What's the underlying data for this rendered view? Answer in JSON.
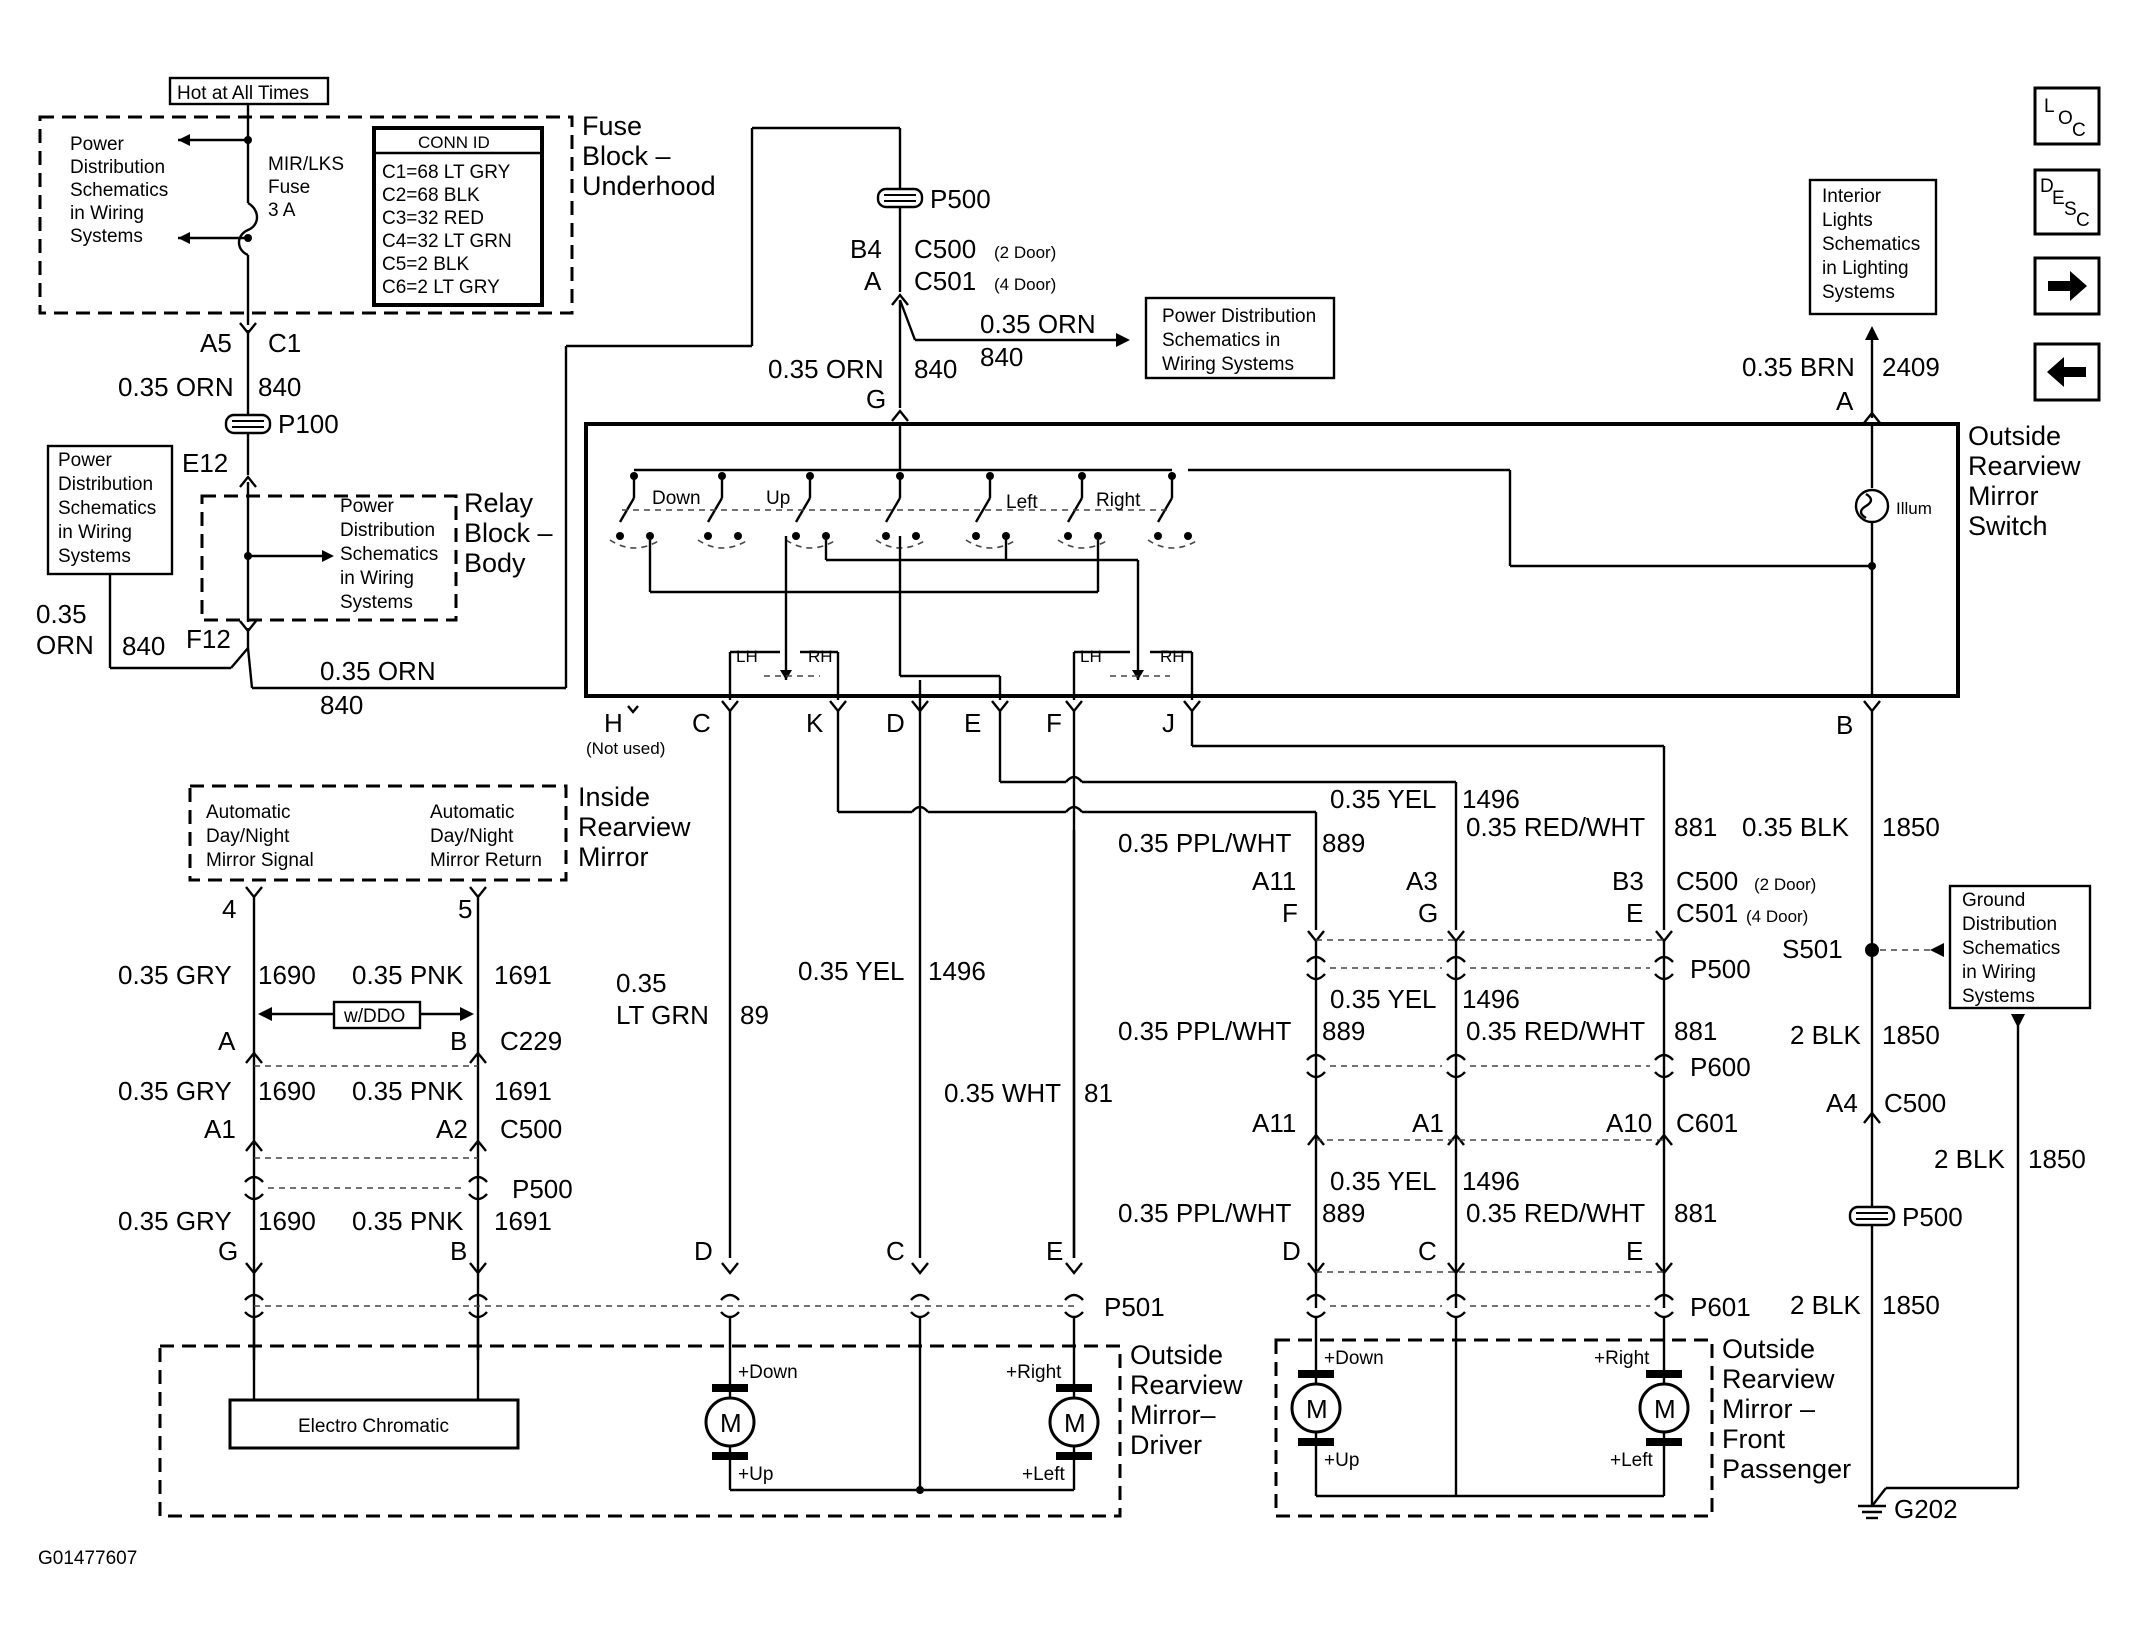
{
  "diagram_id": "G01477607",
  "nav_icons": {
    "loc": {
      "l": "L",
      "o": "O",
      "c": "C"
    },
    "desc": {
      "d": "D",
      "e": "E",
      "s": "S",
      "c": "C"
    },
    "next": "arrow-right-icon",
    "prev": "arrow-left-icon"
  },
  "fuse_block": {
    "hot_label": "Hot at All Times",
    "title": [
      "Fuse",
      "Block –",
      "Underhood"
    ],
    "fuse_label": [
      "MIR/LKS",
      "Fuse",
      "3 A"
    ],
    "power_ref": [
      "Power",
      "Distribution",
      "Schematics",
      "in Wiring",
      "Systems"
    ],
    "conn_id": {
      "title": "CONN ID",
      "rows": [
        "C1=68 LT GRY",
        "C2=68 BLK",
        "C3=32 RED",
        "C4=32 LT GRN",
        "C5=2 BLK",
        "C6=2 LT GRY"
      ]
    }
  },
  "relay_block": {
    "title": [
      "Relay",
      "Block –",
      "Body"
    ],
    "ref": [
      "Power",
      "Distribution",
      "Schematics",
      "in Wiring",
      "Systems"
    ],
    "left_ref": [
      "Power",
      "Distribution",
      "Schematics",
      "in Wiring",
      "Systems"
    ]
  },
  "wires_left": {
    "a5": "A5",
    "c1": "C1",
    "orn_840": "0.35 ORN",
    "n840": "840",
    "p100": "P100",
    "e12": "E12",
    "f12": "F12",
    "left_orn": [
      "0.35",
      "ORN"
    ],
    "left_840": "840",
    "bottom_orn": "0.35 ORN",
    "bottom_840": "840"
  },
  "top_center": {
    "p500": "P500",
    "b4": "B4",
    "a": "A",
    "c500": "C500",
    "c500_note": "(2 Door)",
    "c501": "C501",
    "c501_note": "(4 Door)",
    "branch_orn": "0.35 ORN",
    "branch_840": "840",
    "power_ref": [
      "Power Distribution",
      "Schematics in",
      "Wiring Systems"
    ],
    "orn": "0.35 ORN",
    "n840": "840",
    "g": "G"
  },
  "interior_lights": {
    "ref": [
      "Interior",
      "Lights",
      "Schematics",
      "in Lighting",
      "Systems"
    ],
    "brn": "0.35 BRN",
    "n2409": "2409",
    "a": "A"
  },
  "switch": {
    "title": [
      "Outside",
      "Rearview",
      "Mirror",
      "Switch"
    ],
    "labels": {
      "down": "Down",
      "up": "Up",
      "left": "Left",
      "right": "Right",
      "illum": "Illum",
      "lh1": "LH",
      "rh1": "RH",
      "lh2": "LH",
      "rh2": "RH"
    },
    "pins": {
      "h": "H",
      "not_used": "(Not used)",
      "c": "C",
      "k": "K",
      "d": "D",
      "e": "E",
      "f": "F",
      "j": "J",
      "b": "B"
    }
  },
  "inside_mirror": {
    "title": [
      "Inside",
      "Rearview",
      "Mirror"
    ],
    "signal": [
      "Automatic",
      "Day/Night",
      "Mirror Signal"
    ],
    "return": [
      "Automatic",
      "Day/Night",
      "Mirror Return"
    ],
    "pin4": "4",
    "pin5": "5",
    "gry": "0.35 GRY",
    "n1690": "1690",
    "pnk": "0.35 PNK",
    "n1691": "1691",
    "wddo": "w/DDO",
    "a": "A",
    "b": "B",
    "c229": "C229",
    "a1": "A1",
    "a2": "A2",
    "c500": "C500",
    "p500": "P500",
    "g": "G",
    "b2": "B"
  },
  "center_wires": {
    "ltgrn": [
      "0.35",
      "LT GRN"
    ],
    "n89": "89",
    "yel": "0.35 YEL",
    "n1496": "1496",
    "wht": "0.35 WHT",
    "n81": "81",
    "d": "D",
    "c": "C",
    "e": "E",
    "p501": "P501"
  },
  "passenger_wires": {
    "yel": "0.35 YEL",
    "n1496": "1496",
    "redwht": "0.35 RED/WHT",
    "n881": "881",
    "pplwht": "0.35 PPL/WHT",
    "n889": "889",
    "blk": "0.35 BLK",
    "n1850": "1850",
    "a11": "A11",
    "a3": "A3",
    "b3": "B3",
    "c500": "C500",
    "c500_note": "(2 Door)",
    "c501": "C501",
    "c501_note": "(4 Door)",
    "f": "F",
    "g": "G",
    "e": "E",
    "p500": "P500",
    "p600": "P600",
    "a11b": "A11",
    "a1": "A1",
    "a10": "A10",
    "c601": "C601",
    "d": "D",
    "c": "C",
    "e2": "E",
    "p601": "P601"
  },
  "ground": {
    "ref": [
      "Ground",
      "Distribution",
      "Schematics",
      "in Wiring",
      "Systems"
    ],
    "s501": "S501",
    "blk2": "2 BLK",
    "n1850": "1850",
    "a4": "A4",
    "c500": "C500",
    "p500": "P500",
    "g202": "G202"
  },
  "driver_mirror": {
    "title": [
      "Outside",
      "Rearview",
      "Mirror–",
      "Driver"
    ],
    "electro": "Electro Chromatic",
    "m": "M",
    "plus_down": "+Down",
    "plus_up": "+Up",
    "plus_right": "+Right",
    "plus_left": "+Left"
  },
  "passenger_mirror": {
    "title": [
      "Outside",
      "Rearview",
      "Mirror –",
      "Front",
      "Passenger"
    ],
    "m": "M",
    "plus_down": "+Down",
    "plus_up": "+Up",
    "plus_right": "+Right",
    "plus_left": "+Left"
  }
}
